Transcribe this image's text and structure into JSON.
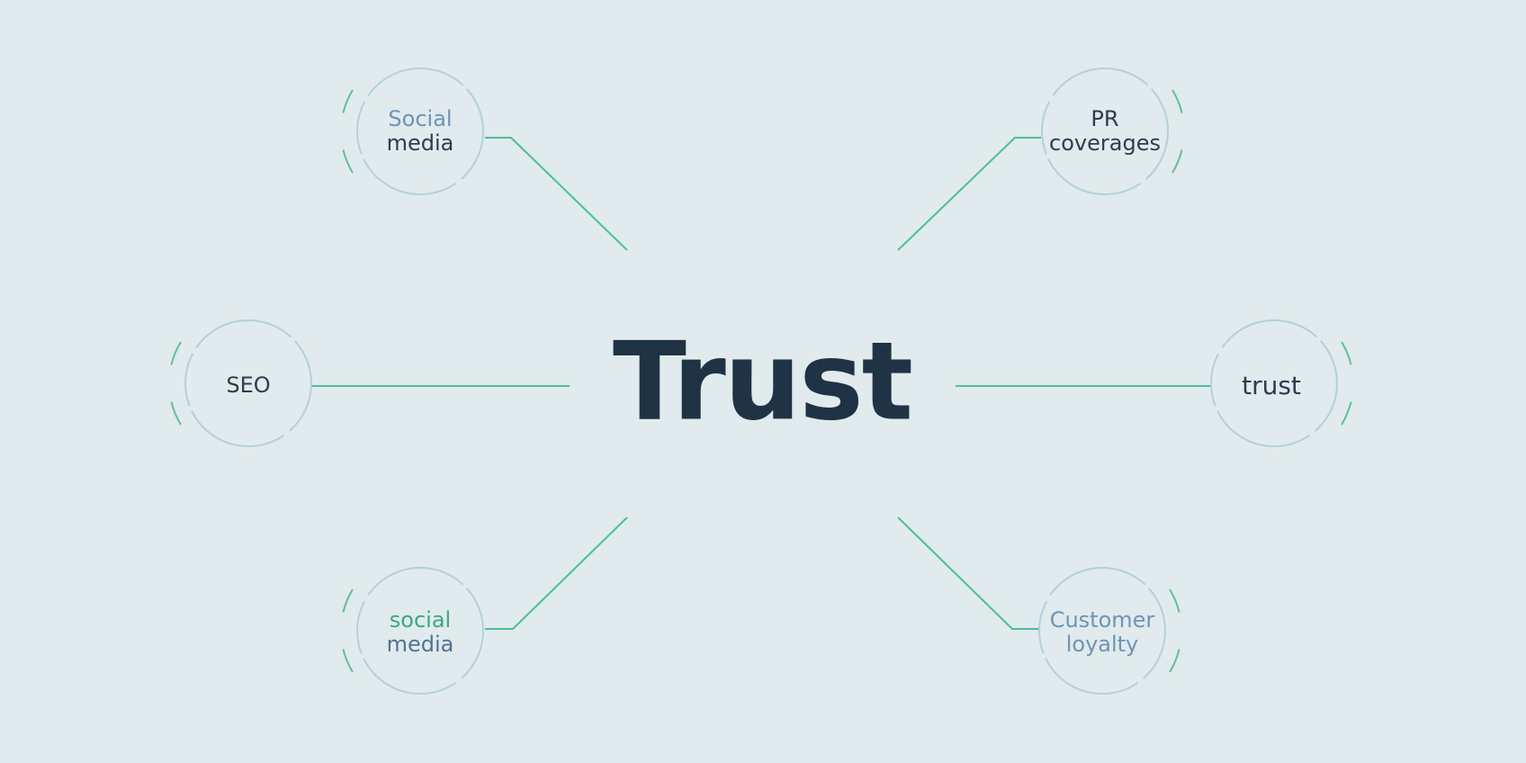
{
  "center": {
    "label": "Trust"
  },
  "nodes": [
    {
      "id": "top-left",
      "line1": "Social",
      "line2": "media",
      "color1": "#6d95b6",
      "color2": "#2b3d50"
    },
    {
      "id": "top-right",
      "line1": "PR",
      "line2": "coverages",
      "color1": "#2b3d50",
      "color2": "#2b3d50"
    },
    {
      "id": "mid-left",
      "line1": "SEO",
      "line2": "",
      "color1": "#2b3d50",
      "color2": "#2b3d50"
    },
    {
      "id": "mid-right",
      "line1": "trust",
      "line2": "",
      "color1": "#2b3d50",
      "color2": "#2b3d50"
    },
    {
      "id": "bottom-left",
      "line1": "social",
      "line2": "media",
      "color1": "#3aa882",
      "color2": "#4f7396"
    },
    {
      "id": "bottom-right",
      "line1": "Customer",
      "line2": "loyalty",
      "color1": "#6d95b6",
      "color2": "#6d95b6"
    }
  ],
  "colors": {
    "connector": "#4cbf95",
    "circle": "#b4d0da",
    "accent_arc": "#5fbf9a",
    "background": "#e1eaec",
    "title": "#1f3345"
  }
}
